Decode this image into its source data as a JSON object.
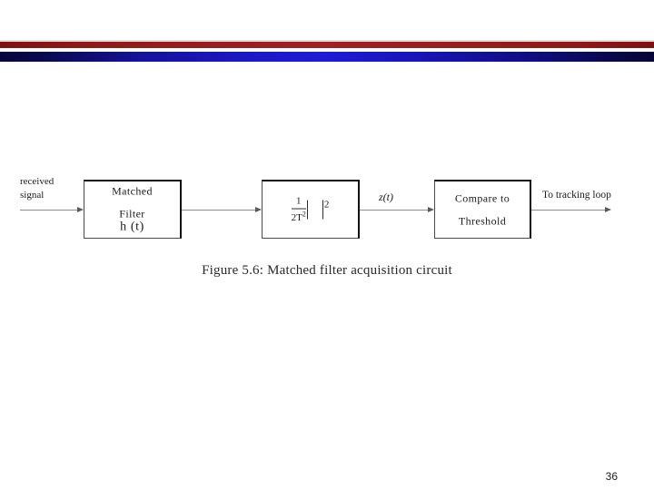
{
  "slide": {
    "page_number": "36",
    "accent_red": "#8c1a1a",
    "accent_blue": "#1f1bd4"
  },
  "figure": {
    "caption": "Figure 5.6: Matched filter acquisition circuit",
    "input_label_line1": "received",
    "input_label_line2": "signal",
    "signal_label": "z(t)",
    "output_label": "To tracking loop",
    "blocks": [
      {
        "id": "matched-filter",
        "line1": "Matched",
        "line2": "Filter",
        "line3": "h (t)"
      },
      {
        "id": "magnitude-squared",
        "fraction_numerator": "1",
        "fraction_denominator": "2T",
        "fraction_denominator_exponent": "2",
        "exponent": "2"
      },
      {
        "id": "compare-threshold",
        "line1": "Compare  to",
        "line2": "Threshold"
      }
    ]
  }
}
